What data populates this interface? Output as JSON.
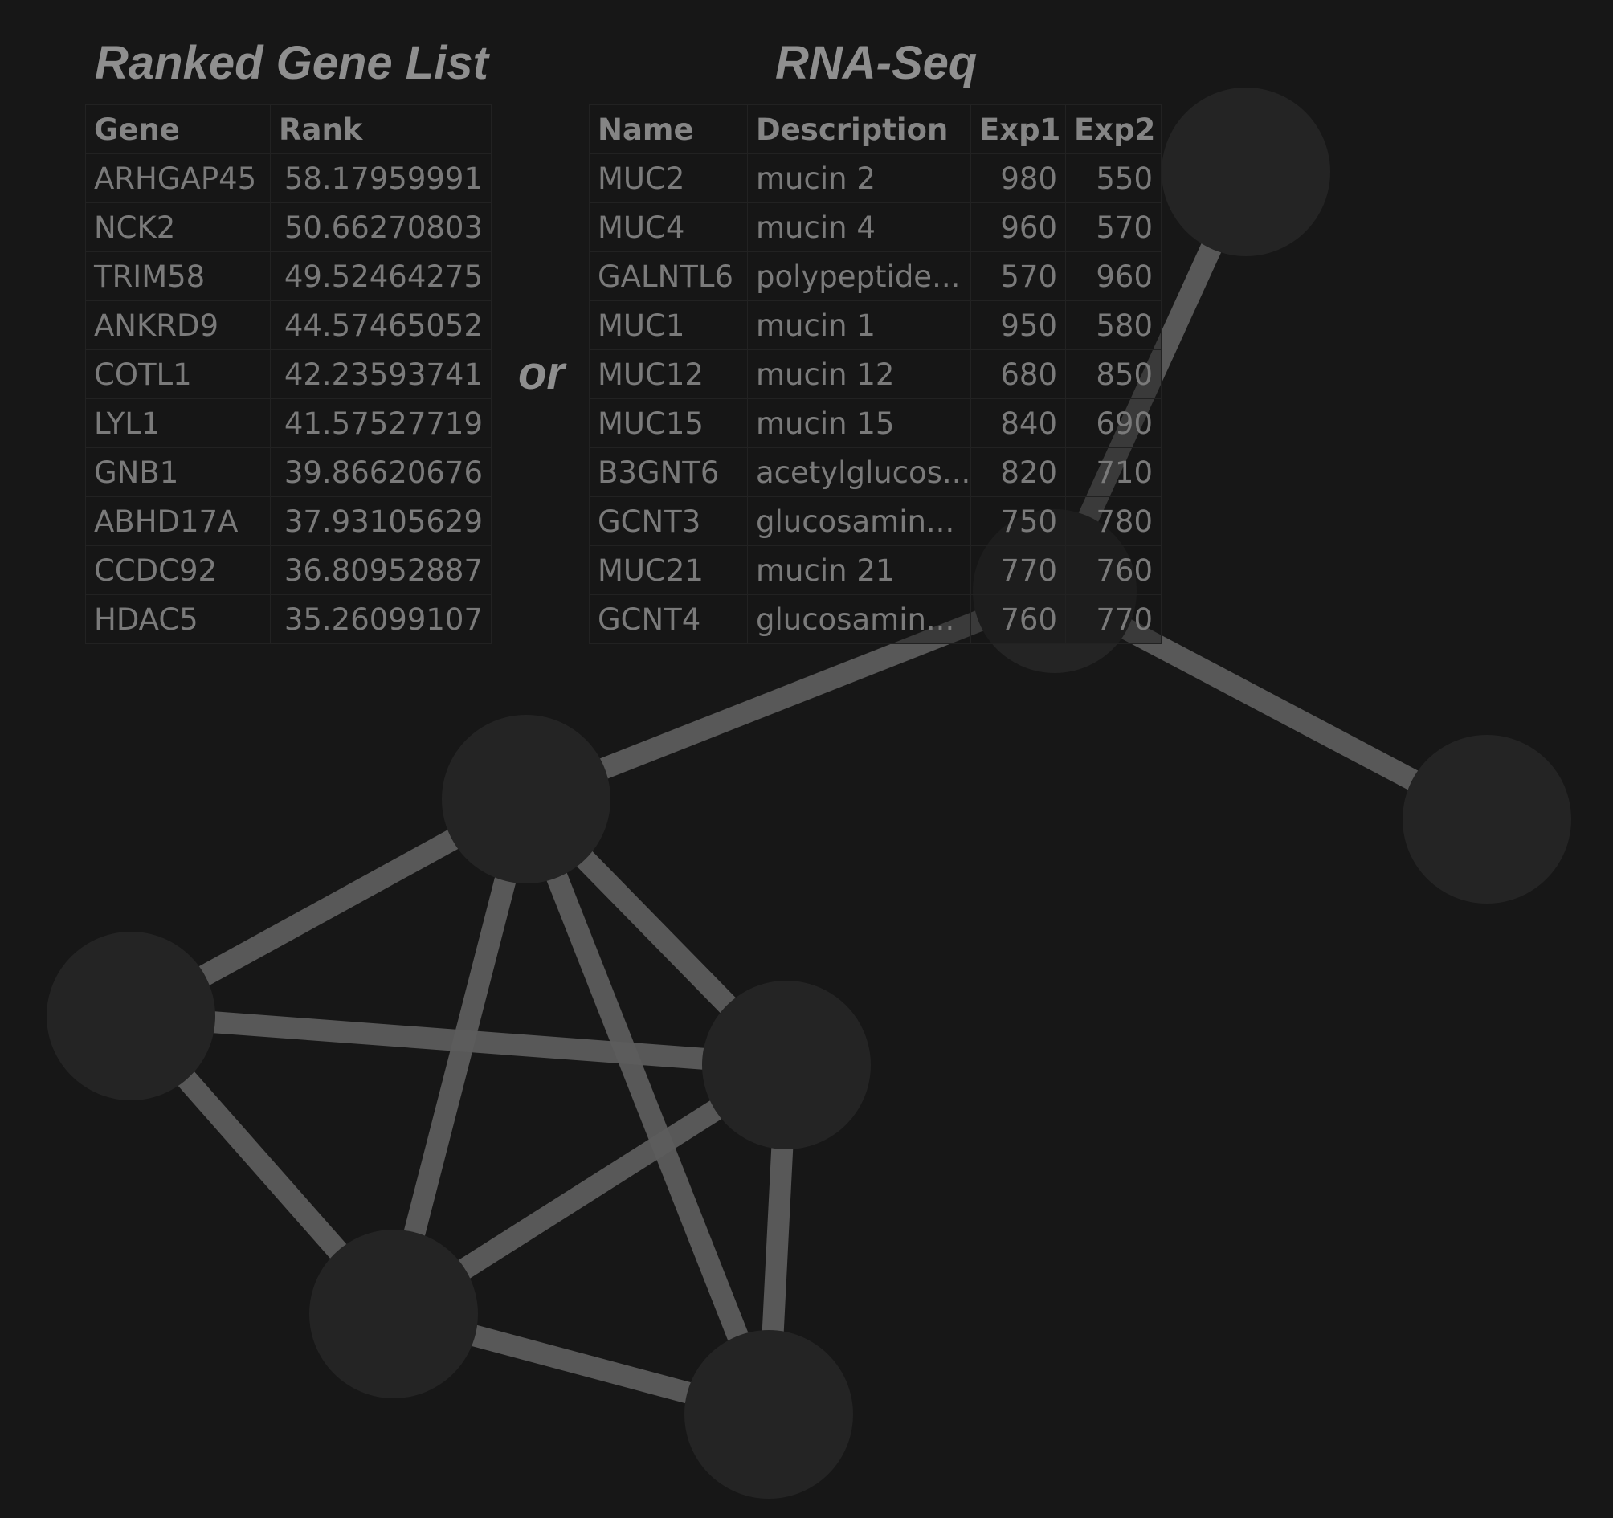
{
  "ranked_gene_list": {
    "title": "Ranked Gene List",
    "columns": [
      "Gene",
      "Rank"
    ],
    "rows": [
      [
        "ARHGAP45",
        "58.17959991"
      ],
      [
        "NCK2",
        "50.66270803"
      ],
      [
        "TRIM58",
        "49.52464275"
      ],
      [
        "ANKRD9",
        "44.57465052"
      ],
      [
        "COTL1",
        "42.23593741"
      ],
      [
        "LYL1",
        "41.57527719"
      ],
      [
        "GNB1",
        "39.86620676"
      ],
      [
        "ABHD17A",
        "37.93105629"
      ],
      [
        "CCDC92",
        "36.80952887"
      ],
      [
        "HDAC5",
        "35.26099107"
      ]
    ]
  },
  "separator": "or",
  "rna_seq": {
    "title": "RNA-Seq",
    "columns": [
      "Name",
      "Description",
      "Exp1",
      "Exp2"
    ],
    "rows": [
      [
        "MUC2",
        "mucin 2",
        "980",
        "550"
      ],
      [
        "MUC4",
        "mucin 4",
        "960",
        "570"
      ],
      [
        "GALNTL6",
        "polypeptide...",
        "570",
        "960"
      ],
      [
        "MUC1",
        "mucin 1",
        "950",
        "580"
      ],
      [
        "MUC12",
        "mucin 12",
        "680",
        "850"
      ],
      [
        "MUC15",
        "mucin 15",
        "840",
        "690"
      ],
      [
        "B3GNT6",
        "acetylglucos...",
        "820",
        "710"
      ],
      [
        "GCNT3",
        "glucosamin...",
        "750",
        "780"
      ],
      [
        "MUC21",
        "mucin 21",
        "770",
        "760"
      ],
      [
        "GCNT4",
        "glucosamin...",
        "760",
        "770"
      ]
    ]
  },
  "colors": {
    "background": "#171717",
    "node_fill": "#242424",
    "edge_stroke": "#5c5c5c",
    "text": "#7a7a7a"
  }
}
